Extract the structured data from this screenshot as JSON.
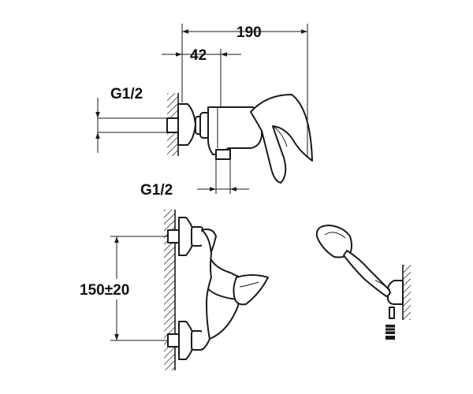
{
  "diagram": {
    "dimensions": {
      "overall_length": "190",
      "outlet_offset": "42",
      "inlet_thread_top": "G1/2",
      "outlet_thread_bottom": "G1/2",
      "inlet_spacing": "150±20"
    },
    "colors": {
      "line": "#1a1a1a",
      "background": "#ffffff"
    }
  }
}
